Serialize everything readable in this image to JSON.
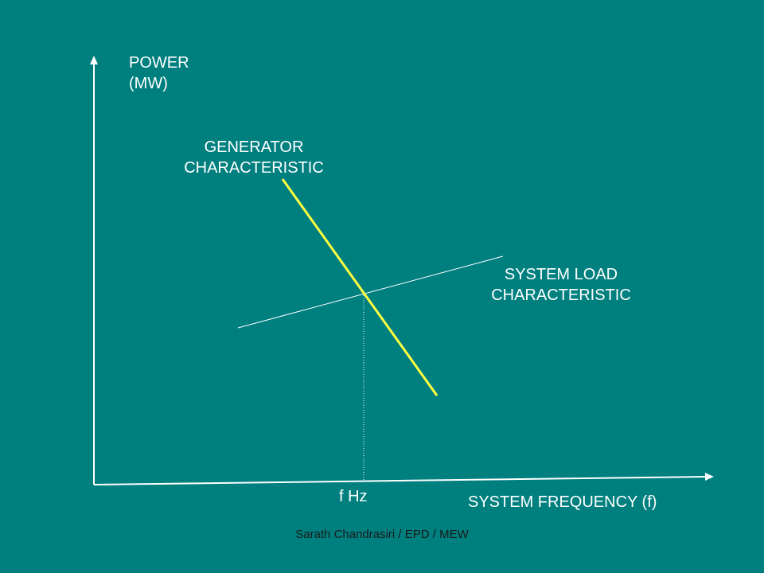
{
  "diagram": {
    "y_axis_label": [
      "POWER",
      "(MW)"
    ],
    "x_axis_label": "SYSTEM FREQUENCY (f)",
    "generator_label": [
      "GENERATOR",
      "CHARACTERISTIC"
    ],
    "load_label": [
      "SYSTEM LOAD",
      "CHARACTERISTIC"
    ],
    "operating_frequency_label": "f Hz"
  },
  "colors": {
    "background": "#007f7f",
    "generator_line": "#ffff40",
    "lines": "#ffffff"
  },
  "footer": {
    "author": "Sarath Chandrasiri / EPD / MEW"
  }
}
